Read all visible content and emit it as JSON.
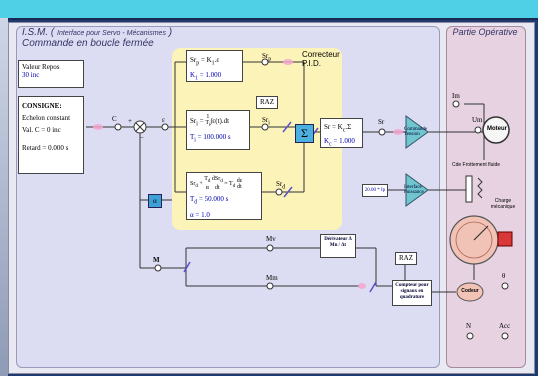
{
  "header": {
    "title_prefix": "I.S.M. (",
    "title_sub": "Interface pour Servo - Mécanismes",
    "title_suffix": ")",
    "subtitle": "Commande en boucle fermée",
    "operative_title": "Partie Opérative"
  },
  "left_panel": {
    "repos_label": "Valeur Repos",
    "repos_value": "30 inc",
    "consigne_title": "CONSIGNE:",
    "consigne_type": "Echelon constant",
    "consigne_val": "Val. C = 0 inc",
    "retard": "Retard = 0.000 s"
  },
  "pid": {
    "title": "Correcteur P.I.D.",
    "p_formula": "Sr",
    "p_formula_sub": "p",
    "p_formula_rest": " = K",
    "p_formula_rest_sub": "1",
    "p_formula_end": ".ε",
    "k1": "K",
    "k1_sub": "1",
    "k1_value": " = 1.000",
    "i_formula": "Sr",
    "i_formula_sub": "i",
    "i_formula_eq": " = ",
    "i_frac_num": "1",
    "i_frac_den": "T",
    "i_frac_den_sub": "i",
    "i_integral": "∫ε(t).dt",
    "ti_value": "T",
    "ti_value_sub": "i",
    "ti_value_rest": " = 100.000 s",
    "raz": "RAZ",
    "d_formula": "Sr",
    "d_formula_sub": "d",
    "d_formula_eq": " + ",
    "d_frac1_num": "T",
    "d_frac1_num_sub": "d",
    "d_frac1_den": "α",
    "d_frac2_num": "dSr",
    "d_frac2_num_sub": "d",
    "d_frac2_den": "dt",
    "d_eq2": " = T",
    "d_eq2_sub": "d",
    "d_frac3_num": "dε",
    "d_frac3_den": "dt",
    "td_value": "T",
    "td_value_sub": "d",
    "td_value_rest": " = 50.000 s",
    "alpha": "α = 1.0",
    "sum_symbol": "Σ",
    "out_formula": "Sr = K",
    "out_formula_sub": "c",
    "out_formula_end": ".Σ",
    "kc": "K",
    "kc_sub": "c",
    "kc_value": " = 1.000",
    "srp": "Sr",
    "srp_sub": "p",
    "sri": "Sr",
    "sri_sub": "i",
    "srd": "Sr",
    "srd_sub": "d",
    "sr": "Sr"
  },
  "signals": {
    "c": "C",
    "eps": "ε",
    "m": "M",
    "plus": "+",
    "minus": "−",
    "mm": "Mm",
    "mv": "Mv",
    "im": "Im",
    "um": "Um",
    "theta": "θ",
    "n": "N",
    "acc": "Acc",
    "raz2": "RAZ"
  },
  "blocks": {
    "commande_tension": "Commande Tension",
    "interface_puissance": "Interface Puissance",
    "sat_value": "20.00 * Ip",
    "frottement": "Cde Frottement fluide",
    "charge": "Charge mécanique",
    "moteur": "Moteur",
    "codeur": "Codeur",
    "derivateur": "Dérivateur Δ Mn / Δt",
    "compteur": "Compteur pour signaux en quadrature",
    "gain": "α"
  },
  "colors": {
    "accent": "#4fd0e6",
    "main_panel": "#dcdcf2",
    "operative_panel": "#e6d2e0",
    "pid_background": "#fbf3b8",
    "amplifier": "#6fc6cf"
  }
}
